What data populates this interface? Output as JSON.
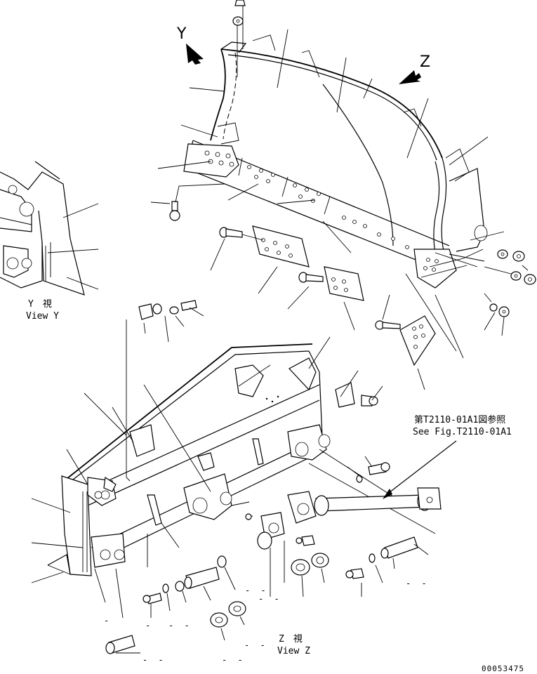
{
  "view_markers": {
    "y_letter": "Y",
    "z_letter": "Z"
  },
  "captions": {
    "view_y_jp": "Y　視",
    "view_y_en": "View Y",
    "view_z_jp": "Z　視",
    "view_z_en": "View Z"
  },
  "reference": {
    "jp": "第T2110-01A1図参照",
    "en": "See Fig.T2110-01A1"
  },
  "placeholders": [
    "- -",
    "- -",
    "- -",
    "-",
    "-",
    "- -",
    "- -",
    "- -",
    "- -"
  ],
  "document_number": "00053475"
}
